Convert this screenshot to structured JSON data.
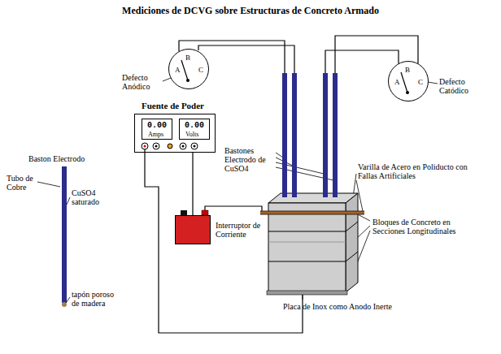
{
  "diagram": {
    "title": "Mediciones de DCVG sobre Estructuras de Concreto Armado",
    "nodes": [
      {
        "text": [
          "Fuente de Poder"
        ]
      },
      {
        "text": [
          "0.00",
          "Amps"
        ],
        "in": 0
      },
      {
        "text": [
          "0.00",
          "Volts"
        ],
        "in": 0
      },
      {
        "text": [
          "A",
          "B",
          "C"
        ]
      },
      {
        "text": [
          "A",
          "B",
          "C"
        ]
      },
      {
        "text": [
          "Interruptor de Corriente"
        ]
      }
    ],
    "edges": [
      {
        "from": 0,
        "to": 5,
        "arrow": "none"
      }
    ],
    "labels": [
      "Defecto Anódico",
      "Defecto Catódico",
      "Baston Electrodo",
      "Tubo de Cobre",
      "CuSO4 saturado",
      "tapón poroso de madera",
      "Bastones Electrodo de CuSO4",
      "Varilla de Acero en Poliducto con Fallas Artificiales",
      "Bloques de Concreto en Secciones Longitudinales",
      "Placa de Inox como Anodo Inerte"
    ]
  }
}
